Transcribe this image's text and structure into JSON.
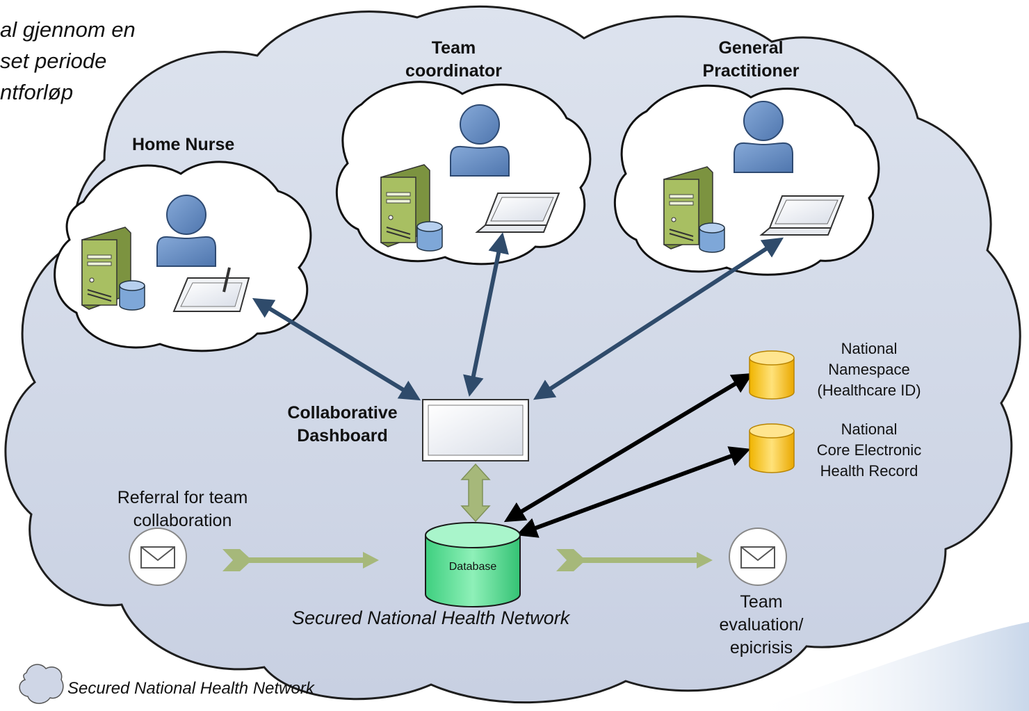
{
  "intro_lines": [
    "al gjennom en",
    "set periode",
    "ntforløp"
  ],
  "roles": {
    "home_nurse": "Home Nurse",
    "team_coordinator_line1": "Team",
    "team_coordinator_line2": "coordinator",
    "gp_line1": "General",
    "gp_line2": "Practitioner"
  },
  "dashboard": {
    "line1": "Collaborative",
    "line2": "Dashboard"
  },
  "database_label": "Database",
  "national_namespace": {
    "line1": "National",
    "line2": "Namespace",
    "line3": "(Healthcare ID)"
  },
  "national_ehr": {
    "line1": "National",
    "line2": "Core Electronic",
    "line3": "Health Record"
  },
  "referral": {
    "line1": "Referral for team",
    "line2": "collaboration"
  },
  "evaluation": {
    "line1": "Team",
    "line2": "evaluation/",
    "line3": "epicrisis"
  },
  "network_label": "Secured National Health Network",
  "legend_label": "Secured National Health Network",
  "colors": {
    "network_cloud": "#cfd6e6",
    "cloud_outline": "#111111",
    "person": "#6a8fc4",
    "server": "#9fb55a",
    "link_arrow": "#2f4b6b",
    "db_arrow": "#000000",
    "flow_arrow": "#a6b87a",
    "database": "#5fe39b",
    "national_db": "#f5c72a"
  },
  "icons": [
    "person-icon",
    "server-icon",
    "laptop-icon",
    "tablet-icon",
    "envelope-icon",
    "database-icon"
  ]
}
